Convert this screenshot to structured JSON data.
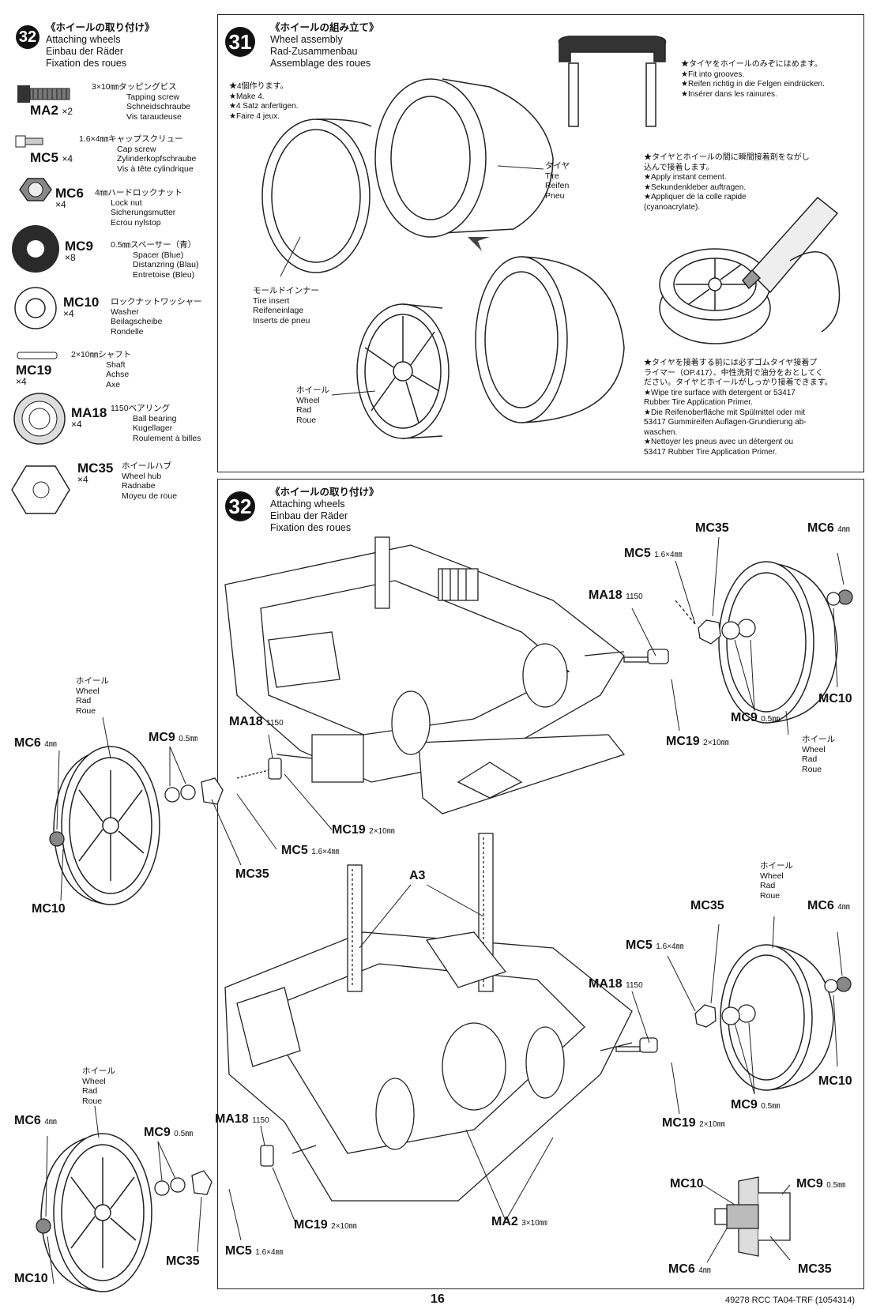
{
  "step32_side": {
    "number": "32",
    "title_jp": "《ホイールの取り付け》",
    "title_en": "Attaching wheels",
    "title_de": "Einbau der Räder",
    "title_fr": "Fixation des roues"
  },
  "parts": [
    {
      "code": "MA2",
      "qty": "×2",
      "name_jp": "3×10㎜タッピングビス",
      "names": [
        "Tapping screw",
        "Schneidschraube",
        "Vis taraudeuse"
      ]
    },
    {
      "code": "MC5",
      "qty": "×4",
      "name_jp": "1.6×4㎜キャップスクリュー",
      "names": [
        "Cap screw",
        "Zylinderkopfschraube",
        "Vis à tête cylindrique"
      ]
    },
    {
      "code": "MC6",
      "qty": "×4",
      "name_jp": "4㎜ハードロックナット",
      "names": [
        "Lock nut",
        "Sicherungsmutter",
        "Ecrou nylstop"
      ]
    },
    {
      "code": "MC9",
      "qty": "×8",
      "name_jp": "0.5㎜スペーサー（青）",
      "names": [
        "Spacer (Blue)",
        "Distanzring (Blau)",
        "Entretoise (Bleu)"
      ]
    },
    {
      "code": "MC10",
      "qty": "×4",
      "name_jp": "ロックナットワッシャー",
      "names": [
        "Washer",
        "Beilagscheibe",
        "Rondelle"
      ]
    },
    {
      "code": "MC19",
      "qty": "×4",
      "name_jp": "2×10㎜シャフト",
      "names": [
        "Shaft",
        "Achse",
        "Axe"
      ]
    },
    {
      "code": "MA18",
      "qty": "×4",
      "name_jp": "1150ベアリング",
      "names": [
        "Ball bearing",
        "Kugellager",
        "Roulement à billes"
      ]
    },
    {
      "code": "MC35",
      "qty": "×4",
      "name_jp": "ホイールハブ",
      "names": [
        "Wheel hub",
        "Radnabe",
        "Moyeu de roue"
      ]
    }
  ],
  "step31": {
    "number": "31",
    "title_jp": "《ホイールの組み立て》",
    "title_en": "Wheel assembly",
    "title_de": "Rad-Zusammenbau",
    "title_fr": "Assemblage des roues",
    "make": [
      "★4個作ります。",
      "★Make 4.",
      "★4 Satz anfertigen.",
      "★Faire 4 jeux."
    ],
    "tire_label": [
      "タイヤ",
      "Tire",
      "Reifen",
      "Pneu"
    ],
    "insert_label": [
      "モールドインナー",
      "Tire insert",
      "Reifeneinlage",
      "Inserts de pneu"
    ],
    "wheel_label": [
      "ホイール",
      "Wheel",
      "Rad",
      "Roue"
    ],
    "note_groove": [
      "★タイヤをホイールのみぞにはめます。",
      "★Fit into grooves.",
      "★Reifen richtig in die Felgen eindrücken.",
      "★Insérer dans les rainures."
    ],
    "note_cement": [
      "★タイヤとホイールの間に瞬間接着剤をながし",
      "込んで接着します。",
      "★Apply instant cement.",
      "★Sekundenkleber auftragen.",
      "★Appliquer de la colle rapide",
      "(cyanoacrylate)."
    ],
    "note_primer": [
      "★タイヤを接着する前には必ずゴムタイヤ接着プ",
      "ライマー（OP.417）、中性洗剤で油分をおとしてく",
      "ださい。タイヤとホイールがしっかり接着できます。",
      "★Wipe tire surface with detergent or 53417",
      "Rubber Tire Application Primer.",
      "★Die Reifenoberfläche mit Spülmittel oder mit",
      "53417 Gummireifen Auflagen-Grundierung ab-",
      "waschen.",
      "★Nettoyer les pneus avec un détergent ou",
      "53417 Rubber Tire Application Primer."
    ]
  },
  "step32_main": {
    "number": "32",
    "title_jp": "《ホイールの取り付け》",
    "title_en": "Attaching wheels",
    "title_de": "Einbau der Räder",
    "title_fr": "Fixation des roues"
  },
  "callouts": {
    "wheel": [
      "ホイール",
      "Wheel",
      "Rad",
      "Roue"
    ],
    "mc35": "MC35",
    "mc6": "MC6",
    "mc5": "MC5",
    "ma18": "MA18",
    "mc10": "MC10",
    "mc9": "MC9",
    "mc19": "MC19",
    "a3": "A3",
    "ma2": "MA2",
    "s4mm": "4㎜",
    "s164": "1.6×4㎜",
    "s1150": "1150",
    "s05": "0.5㎜",
    "s210": "2×10㎜",
    "s310": "3×10㎜"
  },
  "footer": {
    "page": "16",
    "code": "49278  RCC TA04-TRF (1054314)"
  }
}
